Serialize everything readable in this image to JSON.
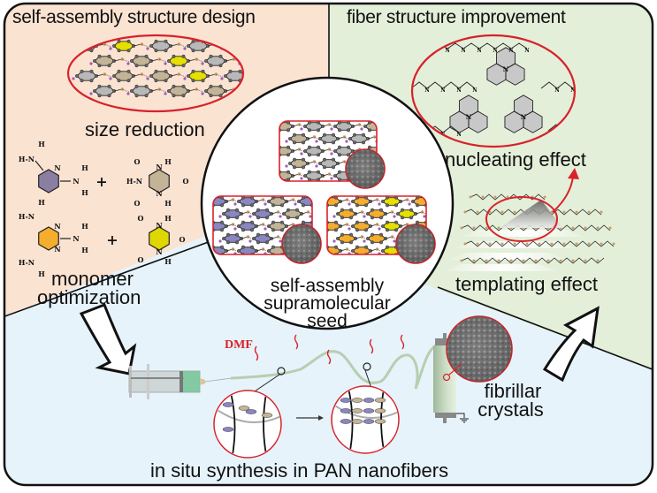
{
  "figure": {
    "panels": {
      "top_left": {
        "title": "self-assembly structure design",
        "bg_color": "#fbe3d2",
        "caption_size": "size reduction",
        "caption_monomer_line1": "monomer",
        "caption_monomer_line2": "optimization",
        "molecules": {
          "diaminopyridine": {
            "ring_color": "#8a7fa3",
            "atoms": [
              "H-N",
              "H",
              "N",
              "N",
              "H",
              "H"
            ]
          },
          "cyanuric_acid": {
            "ring_color": "#c4b497",
            "atoms": [
              "O",
              "H",
              "N",
              "H-N",
              "O",
              "N",
              "H",
              "O"
            ]
          },
          "triaminopyrimidine": {
            "ring_color": "#f5ad2e",
            "atoms": [
              "H-N",
              "H",
              "N",
              "N",
              "N",
              "H",
              "H",
              "H-N",
              "H"
            ]
          },
          "barbituric_acid": {
            "ring_color": "#dfd800",
            "atoms": [
              "O",
              "H",
              "N",
              "O",
              "N",
              "H",
              "O"
            ]
          },
          "plus": "+"
        }
      },
      "top_right": {
        "title": "fiber structure improvement",
        "bg_color": "#e3efd9",
        "caption_nucleating": "nucleating effect",
        "caption_templating": "templating effect",
        "structure_atom_label": "N"
      },
      "bottom": {
        "bg_color": "#e6f3fb",
        "caption": "in situ synthesis in PAN nanofibers",
        "solvent_label": "DMF",
        "collector_caption_line1": "fibrillar",
        "collector_caption_line2": "crystals"
      },
      "center": {
        "caption_line1": "self-assembly",
        "caption_line2": "supramolecular",
        "caption_line3": "seed"
      }
    },
    "colors": {
      "highlight_red": "#d8222a",
      "outline": "#111111",
      "hex_gray": "#b8b8b8",
      "hex_tan": "#c4b497",
      "hex_purple": "#8a86c0",
      "hex_orange": "#f5ad2e",
      "hex_yellow": "#e5e000",
      "atom_tan": "#c99a6a",
      "atom_purple": "#a05cc0",
      "syringe_green": "#6fc796",
      "fiber_green": "#b8ceb0"
    }
  }
}
